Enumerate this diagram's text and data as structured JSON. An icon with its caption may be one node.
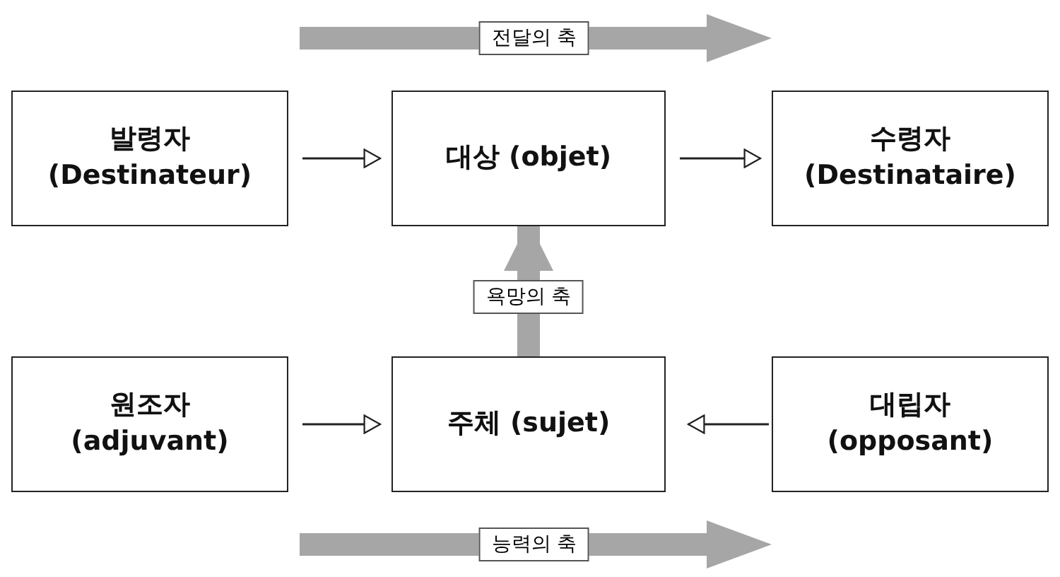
{
  "diagram": {
    "nodes": [
      {
        "text": [
          "발령자 (Destinateur)"
        ]
      },
      {
        "text": [
          "대상 (objet)"
        ]
      },
      {
        "text": [
          "수령자 (Destinataire)"
        ]
      },
      {
        "text": [
          "원조자 (adjuvant)"
        ]
      },
      {
        "text": [
          "주체 (sujet)"
        ]
      },
      {
        "text": [
          "대립자 (opposant)"
        ]
      }
    ],
    "edges": [
      {
        "from": 0,
        "to": 1,
        "arrow": "to"
      },
      {
        "from": 1,
        "to": 2,
        "arrow": "to"
      },
      {
        "from": 4,
        "to": 1,
        "arrow": "to",
        "label": "욕망의 축",
        "style": "thick",
        "color": "#a6a6a6"
      },
      {
        "from": 3,
        "to": 4,
        "arrow": "to"
      },
      {
        "from": 5,
        "to": 4,
        "arrow": "to"
      }
    ],
    "labels": [
      "전달의 축",
      "능력의 축"
    ]
  }
}
